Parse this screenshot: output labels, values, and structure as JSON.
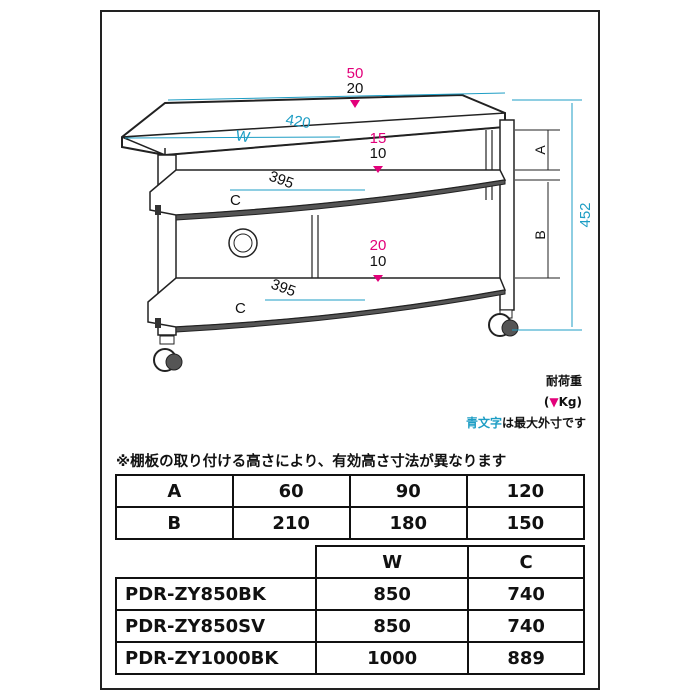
{
  "diagram": {
    "top_load_max": "50",
    "top_load": "20",
    "mid_load_max": "15",
    "mid_load": "10",
    "bottom_load_max": "20",
    "bottom_load": "10",
    "depth_top": "420",
    "width_label": "W",
    "depth_shelf1": "395",
    "depth_shelf2": "395",
    "shelf_label_c1": "C",
    "shelf_label_c2": "C",
    "height_label": "452",
    "a_label": "A",
    "b_label": "B",
    "colors": {
      "magenta": "#e2007a",
      "blue": "#1d9dc4"
    }
  },
  "legend": {
    "title": "耐荷重",
    "unit_open": "(",
    "unit_triangle": "▼",
    "unit_text": "Kg)",
    "blue_text": "青文字",
    "blue_suffix": "は最大外寸です"
  },
  "note": "※棚板の取り付ける高さにより、有効高さ寸法が異なります",
  "shelf_table": {
    "rows": [
      {
        "label": "A",
        "values": [
          "60",
          "90",
          "120"
        ]
      },
      {
        "label": "B",
        "values": [
          "210",
          "180",
          "150"
        ]
      }
    ]
  },
  "model_table": {
    "headers": [
      "W",
      "C"
    ],
    "rows": [
      {
        "model": "PDR-ZY850BK",
        "w": "850",
        "c": "740"
      },
      {
        "model": "PDR-ZY850SV",
        "w": "850",
        "c": "740"
      },
      {
        "model": "PDR-ZY1000BK",
        "w": "1000",
        "c": "889"
      }
    ]
  }
}
